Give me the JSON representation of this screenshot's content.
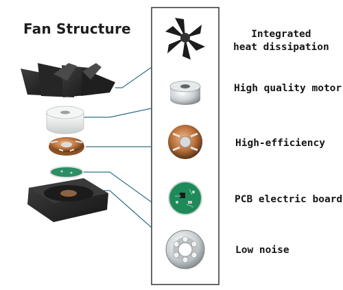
{
  "title": "Fan Structure",
  "features": [
    {
      "line1": "Integrated",
      "line2": "heat dissipation",
      "icon": "fan-blade-icon"
    },
    {
      "line1": "High quality motor",
      "icon": "motor-ring-icon"
    },
    {
      "line1": "High-efficiency",
      "icon": "copper-coil-stator-icon"
    },
    {
      "line1": "PCB electric board",
      "icon": "pcb-board-icon"
    },
    {
      "line1": "Low noise",
      "icon": "ball-bearing-icon"
    }
  ],
  "colors": {
    "connector": "#2f6f86",
    "panel_border": "#333333",
    "motor": "#e8ece9",
    "copper": "#b86f3a",
    "pcb": "#1e8a5a"
  }
}
